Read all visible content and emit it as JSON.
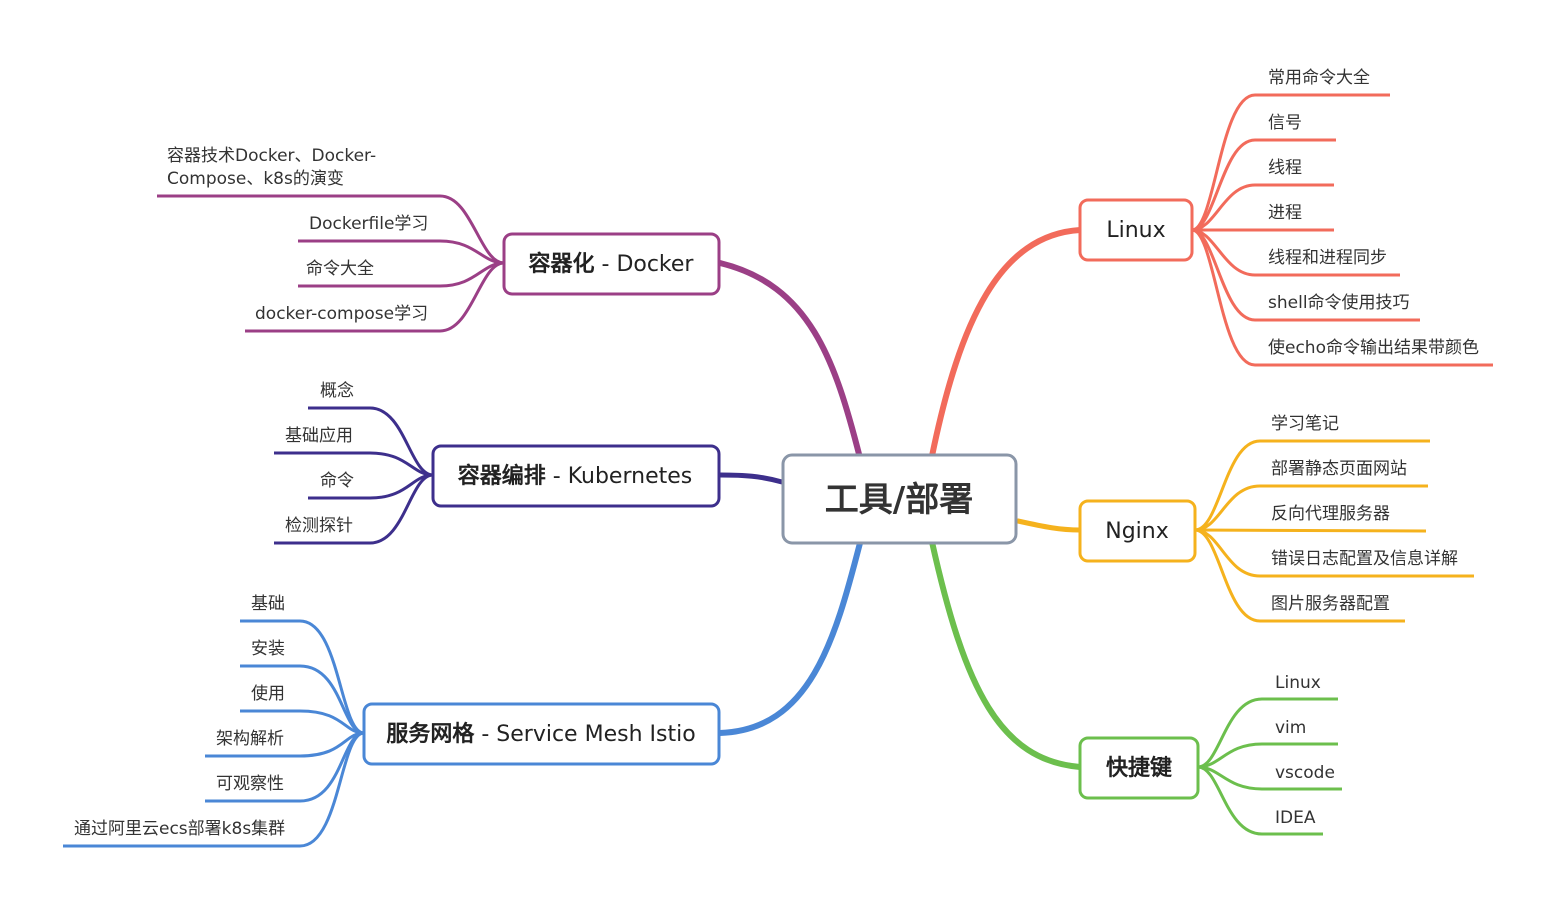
{
  "center": {
    "label": "工具/部署",
    "color": "#8a96a8"
  },
  "branches": {
    "docker": {
      "color": "#9b3f86",
      "title_bold": "容器化",
      "title_rest": " - Docker",
      "items": [
        [
          "容器技术Docker、Docker-",
          "Compose、k8s的演变"
        ],
        "Dockerfile学习",
        "命令大全",
        "docker-compose学习"
      ]
    },
    "k8s": {
      "color": "#3d2f8c",
      "title_bold": "容器编排",
      "title_rest": " - Kubernetes",
      "items": [
        "概念",
        "基础应用",
        "命令",
        "检测探针"
      ]
    },
    "istio": {
      "color": "#4a87d6",
      "title_bold": "服务网格",
      "title_rest": " - Service Mesh Istio",
      "items": [
        "基础",
        "安装",
        "使用",
        "架构解析",
        "可观察性",
        "通过阿里云ecs部署k8s集群"
      ]
    },
    "linux": {
      "color": "#f26b5b",
      "title": "Linux",
      "items": [
        "常用命令大全",
        "信号",
        "线程",
        "进程",
        "线程和进程同步",
        "shell命令使用技巧",
        "使echo命令输出结果带颜色"
      ]
    },
    "nginx": {
      "color": "#f5b21d",
      "title": "Nginx",
      "items": [
        "学习笔记",
        "部署静态页面网站",
        "反向代理服务器",
        "错误日志配置及信息详解",
        "图片服务器配置"
      ]
    },
    "shortcut": {
      "color": "#6cbf4d",
      "title": "快捷键",
      "items": [
        "Linux",
        "vim",
        "vscode",
        "IDEA"
      ]
    }
  }
}
